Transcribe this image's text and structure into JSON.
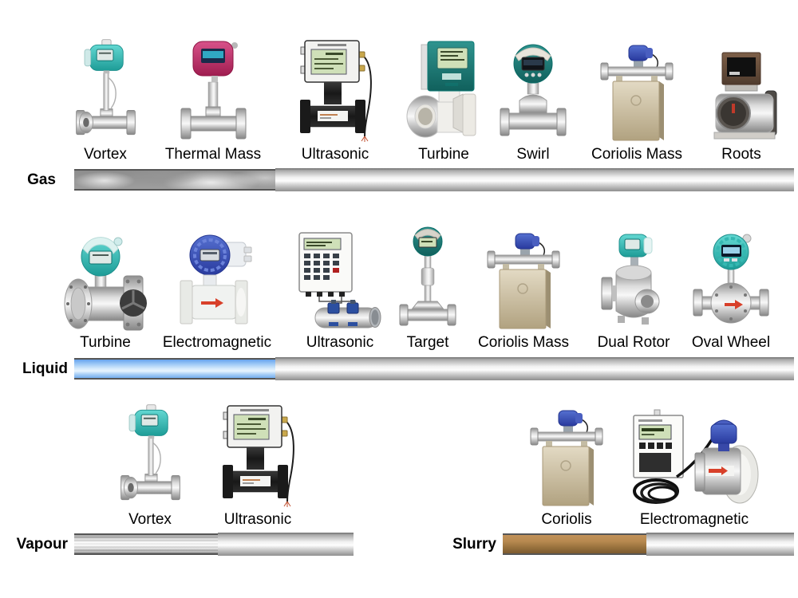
{
  "sections": [
    {
      "media": "Gas",
      "bar": {
        "media_segment_style": "smoke-gray",
        "rest_segment_style": "silver"
      },
      "products": [
        {
          "label": "Vortex",
          "icon": "vortex-flow-meter"
        },
        {
          "label": "Thermal Mass",
          "icon": "thermal-mass-flow-meter"
        },
        {
          "label": "Ultrasonic",
          "icon": "ultrasonic-gas-flow-meter"
        },
        {
          "label": "Turbine",
          "icon": "gas-turbine-flow-meter"
        },
        {
          "label": "Swirl",
          "icon": "swirl-flow-meter"
        },
        {
          "label": "Coriolis Mass",
          "icon": "coriolis-mass-flow-meter"
        },
        {
          "label": "Roots",
          "icon": "roots-flow-meter"
        }
      ]
    },
    {
      "media": "Liquid",
      "bar": {
        "media_segment_style": "blue",
        "rest_segment_style": "silver"
      },
      "products": [
        {
          "label": "Turbine",
          "icon": "liquid-turbine-flow-meter"
        },
        {
          "label": "Electromagnetic",
          "icon": "electromagnetic-flow-meter"
        },
        {
          "label": "Ultrasonic",
          "icon": "clamp-on-ultrasonic-flow-meter"
        },
        {
          "label": "Target",
          "icon": "target-flow-meter"
        },
        {
          "label": "Coriolis Mass",
          "icon": "coriolis-mass-flow-meter"
        },
        {
          "label": "Dual Rotor",
          "icon": "dual-rotor-flow-meter"
        },
        {
          "label": "Oval Wheel",
          "icon": "oval-wheel-flow-meter"
        }
      ]
    },
    {
      "media": "Vapour",
      "bar": {
        "media_segment_style": "steam-silver",
        "rest_segment_style": "silver"
      },
      "products": [
        {
          "label": "Vortex",
          "icon": "vortex-flow-meter"
        },
        {
          "label": "Ultrasonic",
          "icon": "ultrasonic-gas-flow-meter"
        }
      ]
    },
    {
      "media": "Slurry",
      "bar": {
        "media_segment_style": "brown",
        "rest_segment_style": "silver"
      },
      "products": [
        {
          "label": "Coriolis",
          "icon": "coriolis-mass-flow-meter"
        },
        {
          "label": "Electromagnetic",
          "icon": "electromagnetic-flow-meter-with-converter"
        }
      ]
    }
  ],
  "colors": {
    "background": "#ffffff",
    "label_text": "#000000",
    "liquid_bar_blue": "#7fb2ef",
    "slurry_bar_brown": "#a87c44",
    "gas_bar_gray": "#999999",
    "vapour_bar_silver": "#e0e0e0",
    "silver_pipe": "#c9c9c9",
    "teal_head": "#2fb3ad",
    "pink_head": "#bf2f63",
    "cobalt_head": "#3a4eb0",
    "beige_case": "#cfc3a2"
  }
}
